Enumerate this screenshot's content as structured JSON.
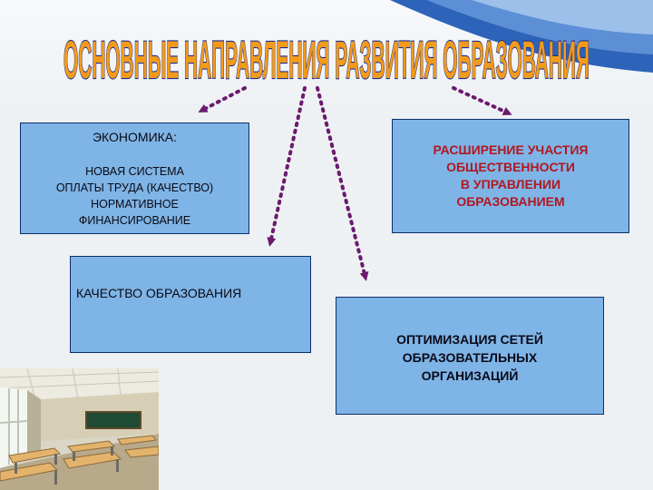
{
  "title": "ОСНОВНЫЕ НАПРАВЛЕНИЯ РАЗВИТИЯ ОБРАЗОВАНИЯ",
  "boxes": {
    "economy": {
      "heading": "ЭКОНОМИКА:",
      "lines": [
        "НОВАЯ СИСТЕМА",
        "ОПЛАТЫ ТРУДА (КАЧЕСТВО)",
        "НОРМАТИВНОЕ",
        "ФИНАНСИРОВАНИЕ"
      ]
    },
    "public": {
      "lines": [
        "РАСШИРЕНИЕ УЧАСТИЯ",
        "ОБЩЕСТВЕННОСТИ",
        "В УПРАВЛЕНИИ",
        "ОБРАЗОВАНИЕМ"
      ]
    },
    "quality": {
      "text": "КАЧЕСТВО ОБРАЗОВАНИЯ"
    },
    "network": {
      "lines": [
        "ОПТИМИЗАЦИЯ СЕТЕЙ",
        "ОБРАЗОВАТЕЛЬНЫХ",
        "ОРГАНИЗАЦИЙ"
      ]
    }
  },
  "colors": {
    "title_fill": "#f29a1b",
    "title_outline": "#1b2e8f",
    "box_fill": "#7fb4e6",
    "box_border": "#0d2f6b",
    "arrow": "#6b1a6e",
    "accent_text": "#b01822"
  }
}
